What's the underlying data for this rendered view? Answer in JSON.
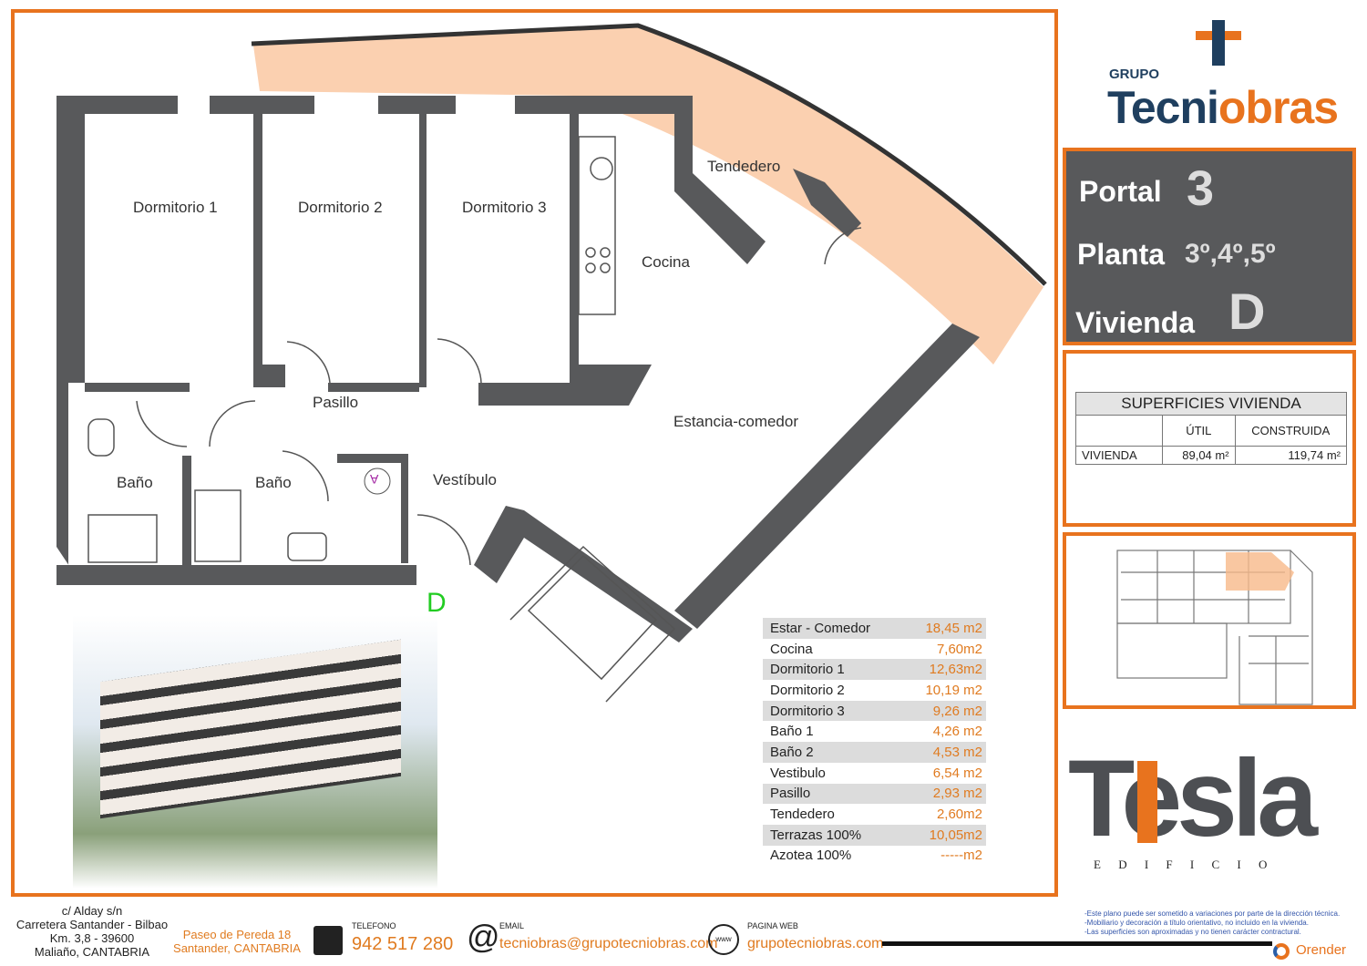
{
  "brand": {
    "group": "GRUPO",
    "name_a": "Tecni",
    "name_b": "obras"
  },
  "info": {
    "portal_label": "Portal",
    "portal": "3",
    "planta_label": "Planta",
    "planta": "3º,4º,5º",
    "vivienda_label": "Vivienda",
    "vivienda": "D"
  },
  "superficies": {
    "title": "SUPERFICIES VIVIENDA",
    "col_util": "ÚTIL",
    "col_construida": "CONSTRUIDA",
    "row_label": "VIVIENDA",
    "util": "89,04 m²",
    "construida": "119,74 m²"
  },
  "rooms": {
    "d1": "Dormitorio 1",
    "d2": "Dormitorio 2",
    "d3": "Dormitorio 3",
    "tendedero": "Tendedero",
    "cocina": "Cocina",
    "pasillo": "Pasillo",
    "estancia": "Estancia-comedor",
    "bano1": "Baño",
    "bano2": "Baño",
    "vestibulo": "Vestíbulo",
    "door_mark": "D",
    "a_mark": "A"
  },
  "areas": [
    {
      "name": "Estar - Comedor",
      "value": "18,45 m2"
    },
    {
      "name": "Cocina",
      "value": "7,60m2"
    },
    {
      "name": "Dormitorio 1",
      "value": "12,63m2"
    },
    {
      "name": "Dormitorio 2",
      "value": "10,19 m2"
    },
    {
      "name": "Dormitorio 3",
      "value": "9,26 m2"
    },
    {
      "name": "Baño 1",
      "value": "4,26 m2"
    },
    {
      "name": "Baño 2",
      "value": "4,53 m2"
    },
    {
      "name": "Vestibulo",
      "value": "6,54 m2"
    },
    {
      "name": "Pasillo",
      "value": "2,93 m2"
    },
    {
      "name": "Tendedero",
      "value": "2,60m2"
    },
    {
      "name": "Terrazas 100%",
      "value": "10,05m2"
    },
    {
      "name": "Azotea 100%",
      "value": "-----m2"
    }
  ],
  "tesla": {
    "logo": "Tesla",
    "sub": "E D I F I C I O"
  },
  "footer": {
    "addr1": "c/ Alday s/n",
    "addr2": "Carretera Santander - Bilbao",
    "addr3": "Km. 3,8 - 39600",
    "addr4": "Maliaño, CANTABRIA",
    "office1": "Paseo de Pereda 18",
    "office2": "Santander, CANTABRIA",
    "tel_label": "TELEFONO",
    "tel": "942 517 280",
    "email_label": "EMAIL",
    "email": "tecniobras@grupotecniobras.com",
    "web_label": "PAGINA WEB",
    "web": "grupotecniobras.com",
    "note1": "-Este plano puede ser sometido a variaciones por parte de la dirección técnica.",
    "note2": "-Mobiliario y decoración a título orientativo, no incluido en la vivienda.",
    "note3": "-Las superficies son aproximadas y no tienen carácter contractural.",
    "render": "Orender"
  }
}
